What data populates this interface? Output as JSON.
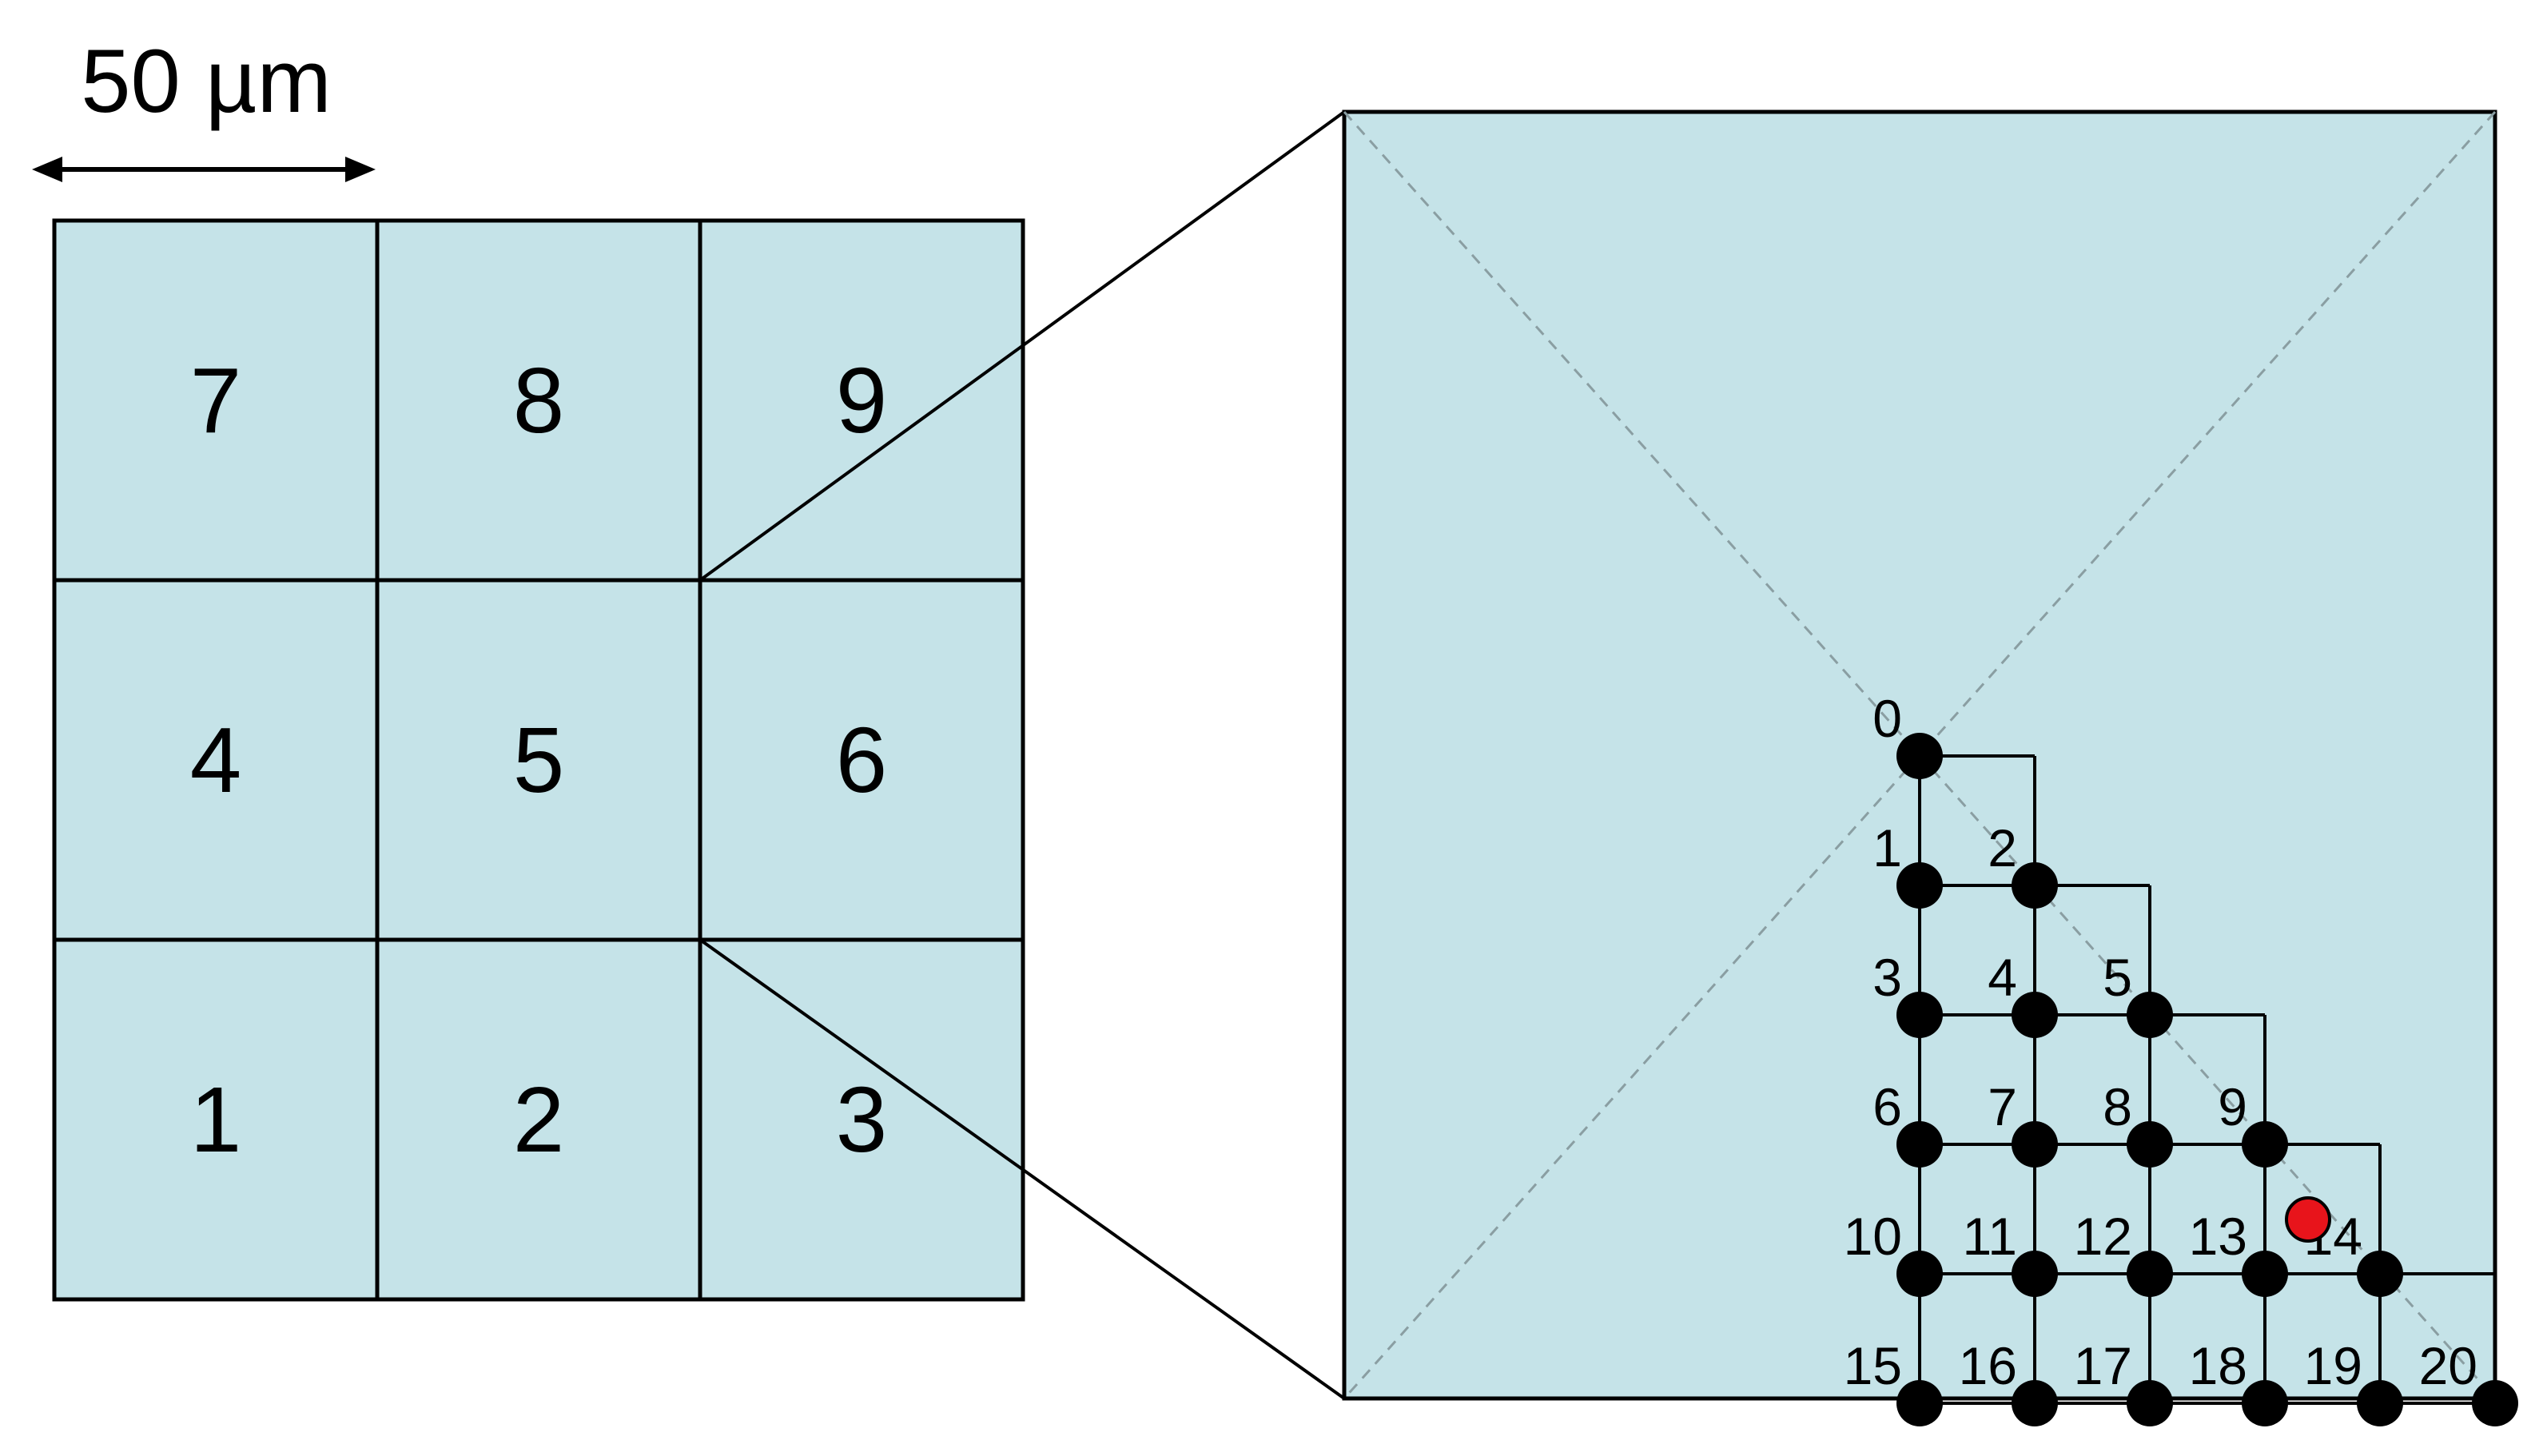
{
  "scale_bar": {
    "label": "50 µm"
  },
  "colors": {
    "cell_fill": "#c5e3e8",
    "line": "#000000",
    "diagonal": "#8a9ea2",
    "node": "#000000",
    "marker": "#e8141b"
  },
  "grid": {
    "rows": [
      [
        "7",
        "8",
        "9"
      ],
      [
        "4",
        "5",
        "6"
      ],
      [
        "1",
        "2",
        "3"
      ]
    ]
  },
  "zoom": {
    "node_labels": [
      "0",
      "1",
      "2",
      "3",
      "4",
      "5",
      "6",
      "7",
      "8",
      "9",
      "10",
      "11",
      "12",
      "13",
      "14",
      "15",
      "16",
      "17",
      "18",
      "19",
      "20"
    ],
    "marker_shape": "red-dot"
  }
}
